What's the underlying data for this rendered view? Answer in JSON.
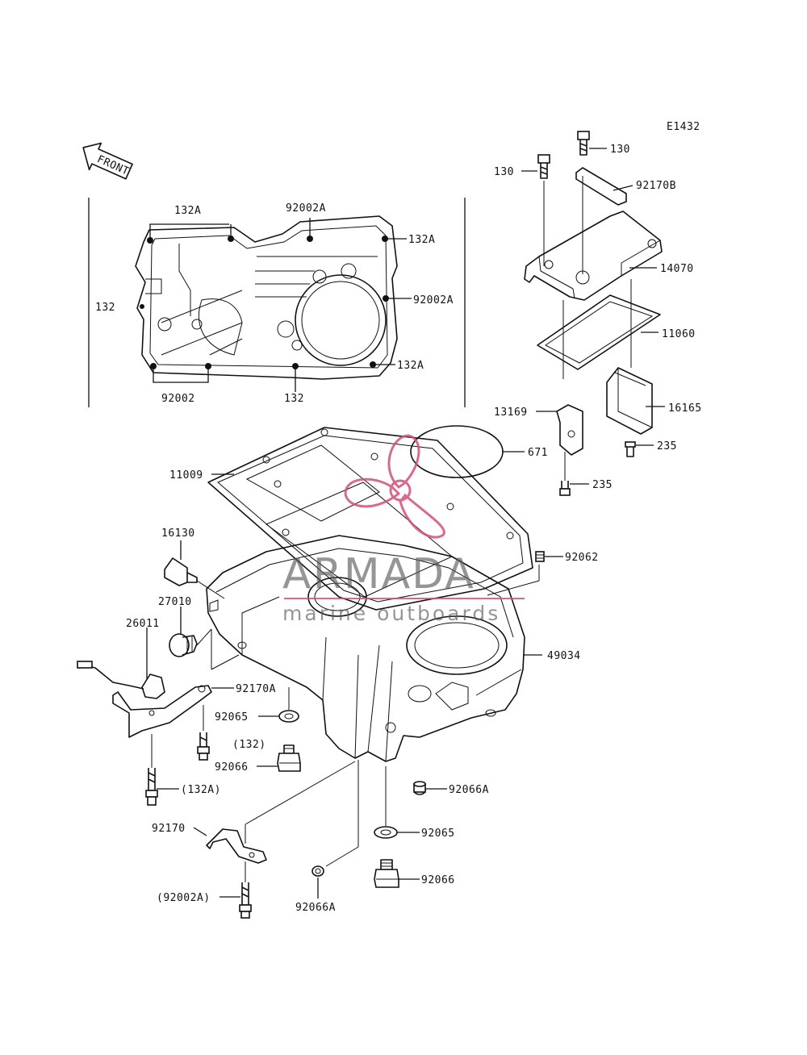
{
  "diagram_code": "E1432",
  "front_label": "FRONT",
  "watermark": {
    "brand": "ARMADA",
    "tagline": "marine outboards",
    "accent_color": "#d2507c"
  },
  "labels": [
    {
      "id": "l-130-top",
      "text": "130"
    },
    {
      "id": "l-130-left",
      "text": "130"
    },
    {
      "id": "l-92170b",
      "text": "92170B"
    },
    {
      "id": "l-14070",
      "text": "14070"
    },
    {
      "id": "l-11060",
      "text": "11060"
    },
    {
      "id": "l-16165",
      "text": "16165"
    },
    {
      "id": "l-13169",
      "text": "13169"
    },
    {
      "id": "l-235a",
      "text": "235"
    },
    {
      "id": "l-235b",
      "text": "235"
    },
    {
      "id": "l-671",
      "text": "671"
    },
    {
      "id": "l-132a-1",
      "text": "132A"
    },
    {
      "id": "l-92002a-top",
      "text": "92002A"
    },
    {
      "id": "l-132a-2",
      "text": "132A"
    },
    {
      "id": "l-92002a-right",
      "text": "92002A"
    },
    {
      "id": "l-132a-3",
      "text": "132A"
    },
    {
      "id": "l-132-left",
      "text": "132"
    },
    {
      "id": "l-92002",
      "text": "92002"
    },
    {
      "id": "l-132-bottom",
      "text": "132"
    },
    {
      "id": "l-11009",
      "text": "11009"
    },
    {
      "id": "l-16130",
      "text": "16130"
    },
    {
      "id": "l-27010",
      "text": "27010"
    },
    {
      "id": "l-26011",
      "text": "26011"
    },
    {
      "id": "l-92062",
      "text": "92062"
    },
    {
      "id": "l-49034",
      "text": "49034"
    },
    {
      "id": "l-92170a",
      "text": "92170A"
    },
    {
      "id": "l-92065-a",
      "text": "92065"
    },
    {
      "id": "l-132-paren",
      "text": "(132)"
    },
    {
      "id": "l-92066-a",
      "text": "92066"
    },
    {
      "id": "l-132a-paren",
      "text": "(132A)"
    },
    {
      "id": "l-92066a-a",
      "text": "92066A"
    },
    {
      "id": "l-92170",
      "text": "92170"
    },
    {
      "id": "l-92065-b",
      "text": "92065"
    },
    {
      "id": "l-92066-b",
      "text": "92066"
    },
    {
      "id": "l-92002a-paren",
      "text": "(92002A)"
    },
    {
      "id": "l-92066a-b",
      "text": "92066A"
    }
  ]
}
